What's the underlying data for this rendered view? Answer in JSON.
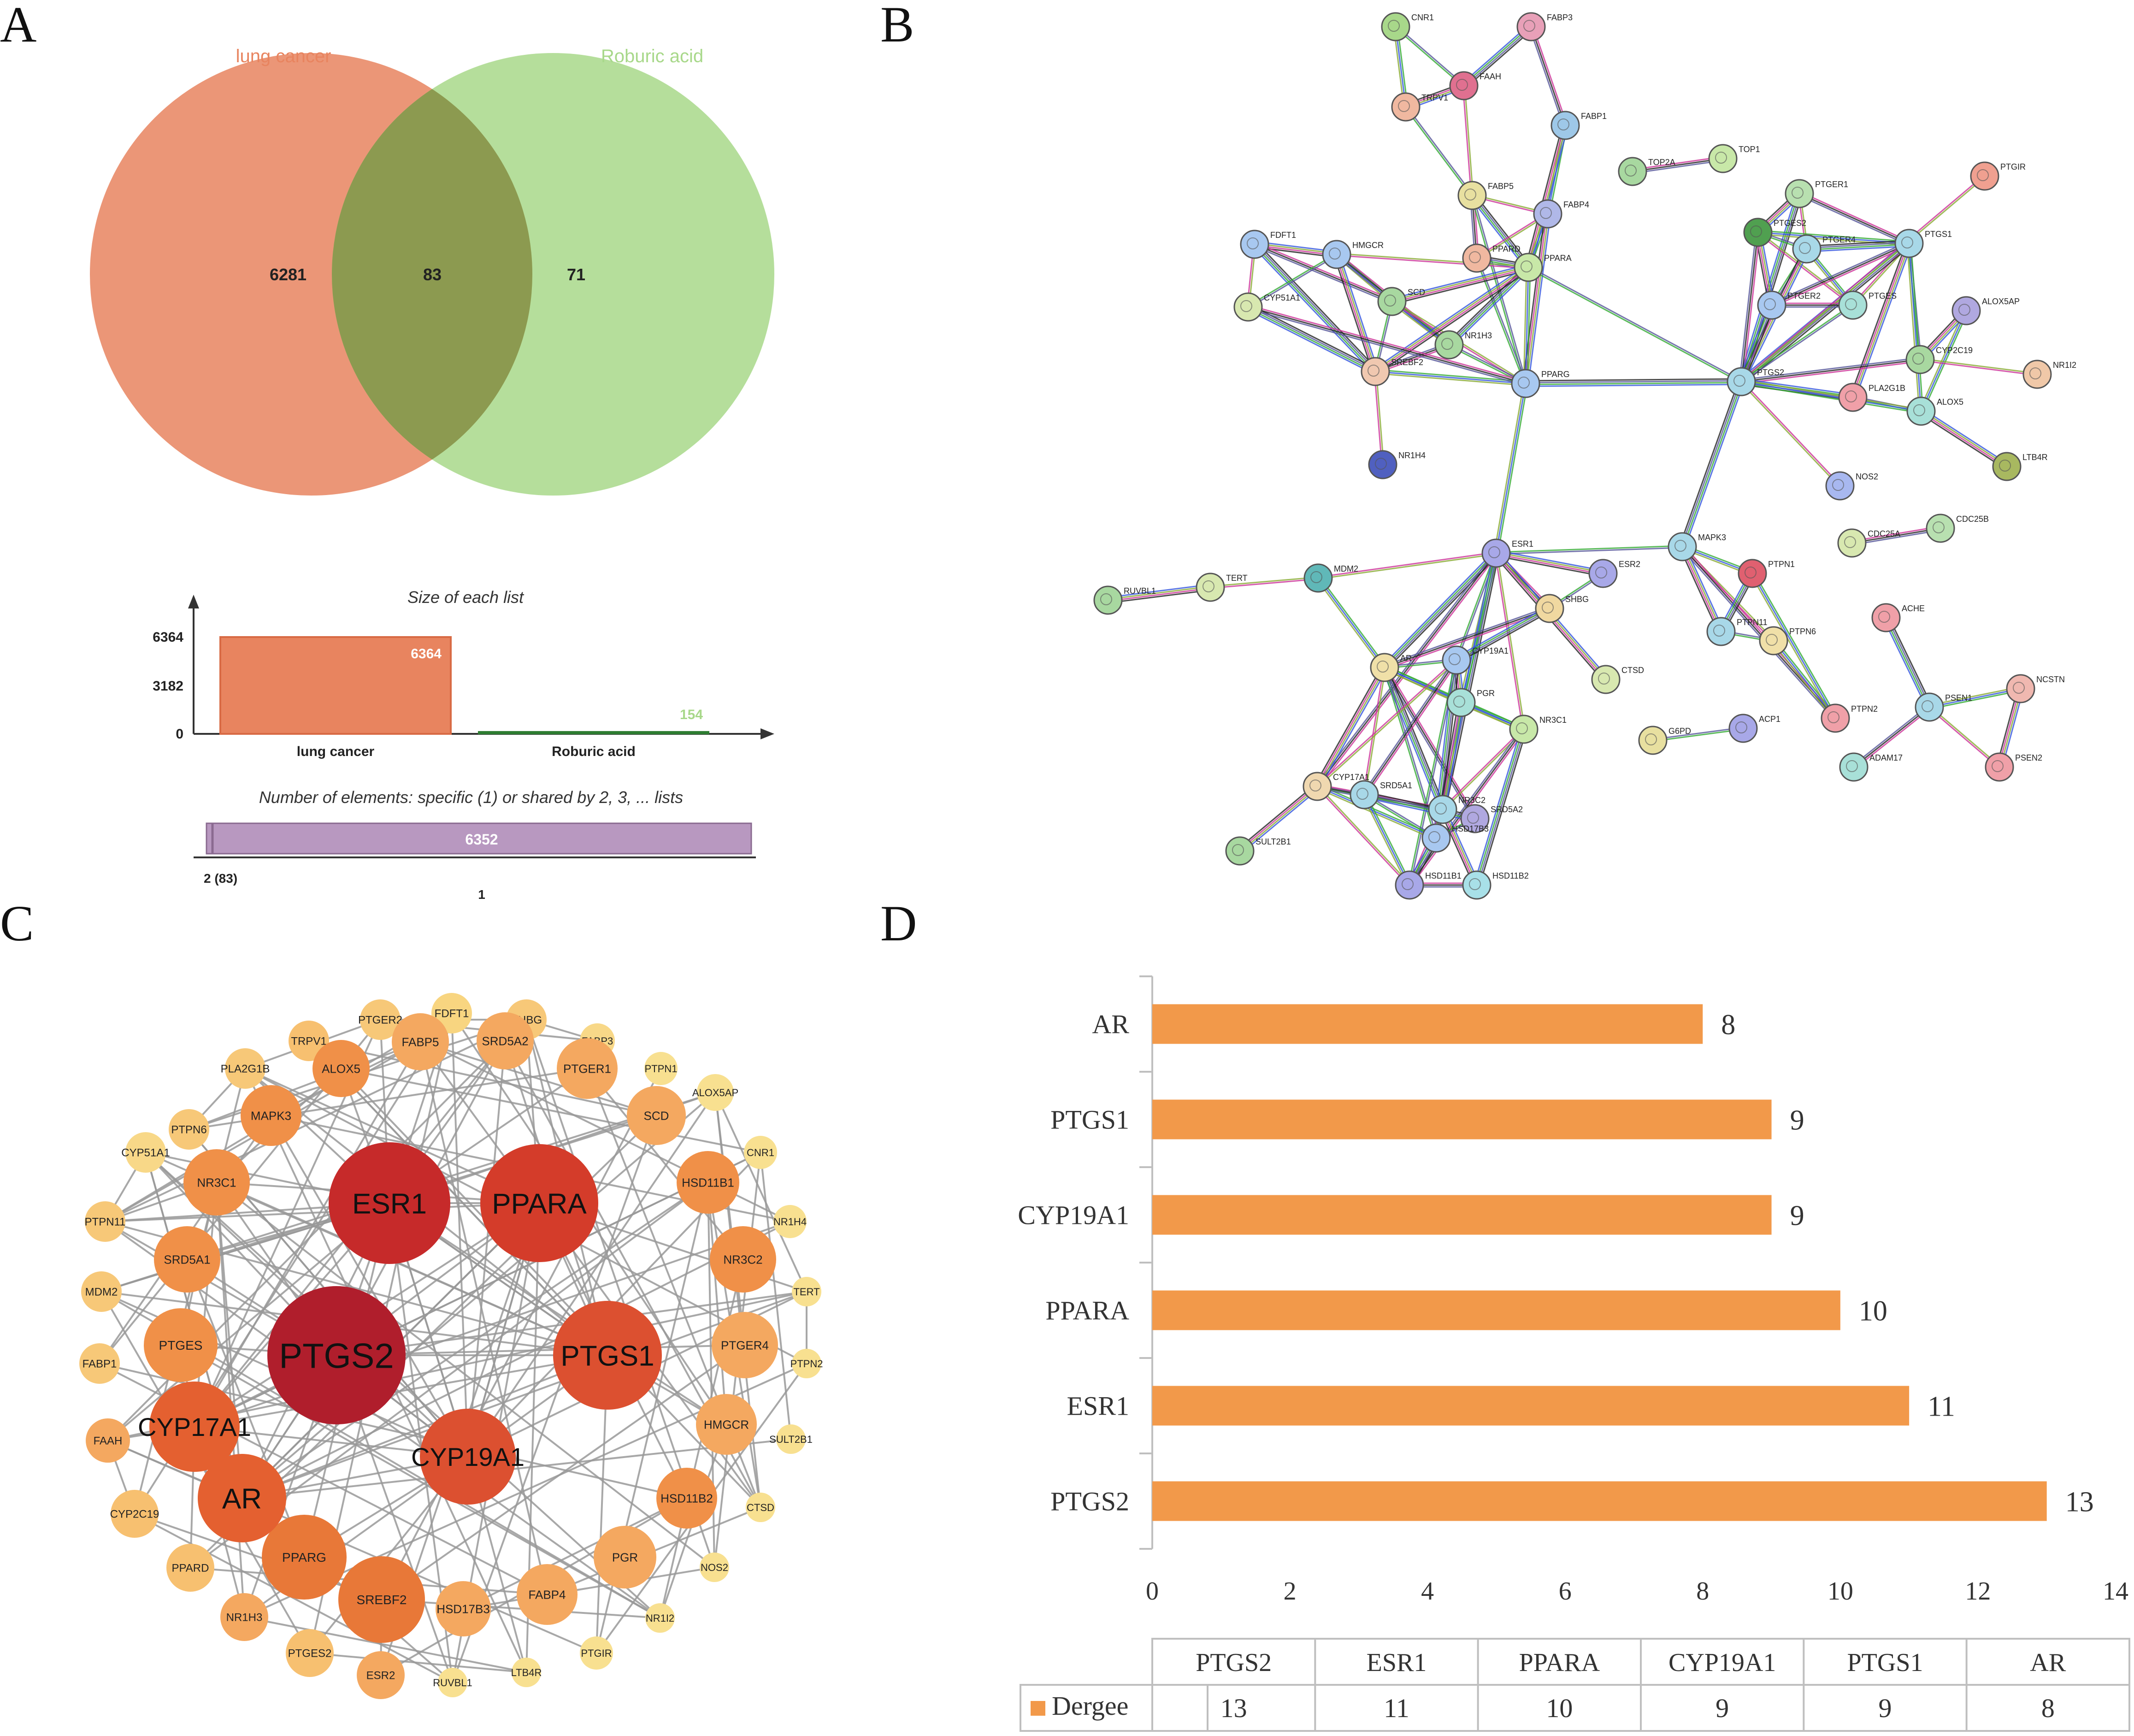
{
  "panels": {
    "a": "A",
    "b": "B",
    "c": "C",
    "d": "D"
  },
  "colors": {
    "venn_left": "#e8845f",
    "venn_right": "#a8d88a",
    "overlap": "#8c9a50",
    "hist_bar": "#e8845f",
    "hist_border": "#d86a44",
    "set_bar": "#b898c0",
    "degree_bar": "#f2994a",
    "net_edge": "#999999"
  },
  "venn": {
    "sets": [
      "lung cancer",
      "Roburic acid"
    ],
    "only_left": "6281",
    "shared": "83",
    "only_right": "71"
  },
  "size_chart": {
    "title": "Size of each list",
    "ticks": [
      "6364",
      "3182",
      "0"
    ],
    "categories": [
      "lung cancer",
      "Roburic acid"
    ],
    "values": [
      6364,
      154
    ],
    "value_labels": [
      "6364",
      "154"
    ]
  },
  "elements_chart": {
    "title": "Number of elements: specific (1) or shared by 2, 3, ... lists",
    "bar_label": "6352",
    "axis_labels": [
      "2 (83)",
      "1"
    ]
  },
  "string_network": {
    "nodes": [
      {
        "label": "CNR1",
        "color": "#a8d88a"
      },
      {
        "label": "FABP3",
        "color": "#e8a0b8"
      },
      {
        "label": "FAAH",
        "color": "#e07090"
      },
      {
        "label": "TRPV1",
        "color": "#f0b8a0"
      },
      {
        "label": "FABP1",
        "color": "#9ec8e8"
      },
      {
        "label": "TOP2A",
        "color": "#a8d8a0"
      },
      {
        "label": "TOP1",
        "color": "#c8e8a8"
      },
      {
        "label": "PTGIR",
        "color": "#f0a090"
      },
      {
        "label": "FABP5",
        "color": "#e8e0a0"
      },
      {
        "label": "FABP4",
        "color": "#b0b8e8"
      },
      {
        "label": "PTGER1",
        "color": "#b8e0b0"
      },
      {
        "label": "PTGES2",
        "color": "#50a050"
      },
      {
        "label": "PTGER4",
        "color": "#a8d8e8"
      },
      {
        "label": "PTGS1",
        "color": "#a8d8e8"
      },
      {
        "label": "FDFT1",
        "color": "#a8c8f0"
      },
      {
        "label": "HMGCR",
        "color": "#a8c8f0"
      },
      {
        "label": "PPARD",
        "color": "#f0b8a0"
      },
      {
        "label": "PPARA",
        "color": "#c8e8a8"
      },
      {
        "label": "CYP51A1",
        "color": "#d8e8b0"
      },
      {
        "label": "SCD",
        "color": "#a8d8a0"
      },
      {
        "label": "PTGER2",
        "color": "#a8c8f0"
      },
      {
        "label": "PTGES",
        "color": "#a8e0d8"
      },
      {
        "label": "ALOX5AP",
        "color": "#b0a8e0"
      },
      {
        "label": "NR1H3",
        "color": "#a8d8a0"
      },
      {
        "label": "SREBF2",
        "color": "#f0c8b0"
      },
      {
        "label": "PPARG",
        "color": "#a8c8f0"
      },
      {
        "label": "PTGS2",
        "color": "#a8d8e8"
      },
      {
        "label": "CYP2C19",
        "color": "#a8d8a0"
      },
      {
        "label": "NR1I2",
        "color": "#f0c8a8"
      },
      {
        "label": "PLA2G1B",
        "color": "#f0a0a8"
      },
      {
        "label": "ALOX5",
        "color": "#a8e0d8"
      },
      {
        "label": "LTB4R",
        "color": "#a8b860"
      },
      {
        "label": "NR1H4",
        "color": "#5060c0"
      },
      {
        "label": "NOS2",
        "color": "#a8b8f0"
      },
      {
        "label": "CDC25A",
        "color": "#d8e8b0"
      },
      {
        "label": "CDC25B",
        "color": "#b8e0b0"
      },
      {
        "label": "MAPK3",
        "color": "#a8d8e8"
      },
      {
        "label": "ESR1",
        "color": "#a8a8e8"
      },
      {
        "label": "PTPN1",
        "color": "#e06070"
      },
      {
        "label": "ESR2",
        "color": "#a8a8e8"
      },
      {
        "label": "MDM2",
        "color": "#60b8b8"
      },
      {
        "label": "RUVBL1",
        "color": "#a8d8a0"
      },
      {
        "label": "TERT",
        "color": "#d8e8b0"
      },
      {
        "label": "SHBG",
        "color": "#f0d8a0"
      },
      {
        "label": "ACHE",
        "color": "#f0a0a8"
      },
      {
        "label": "PTPN11",
        "color": "#a8d8e8"
      },
      {
        "label": "PTPN6",
        "color": "#f0e0a8"
      },
      {
        "label": "AR",
        "color": "#f0e0a8"
      },
      {
        "label": "CYP19A1",
        "color": "#a8c8f0"
      },
      {
        "label": "CTSD",
        "color": "#d8e8b0"
      },
      {
        "label": "PGR",
        "color": "#a8e0d8"
      },
      {
        "label": "NCSTN",
        "color": "#f0b8b0"
      },
      {
        "label": "PSEN1",
        "color": "#a8d8e8"
      },
      {
        "label": "PTPN2",
        "color": "#f0a0a8"
      },
      {
        "label": "NR3C1",
        "color": "#c8e8a8"
      },
      {
        "label": "G6PD",
        "color": "#e8e0a0"
      },
      {
        "label": "ACP1",
        "color": "#a8a8e8"
      },
      {
        "label": "ADAM17",
        "color": "#a8e0d8"
      },
      {
        "label": "PSEN2",
        "color": "#f0a0a8"
      },
      {
        "label": "CYP17A1",
        "color": "#f0d8b0"
      },
      {
        "label": "SRD5A1",
        "color": "#a8d8e8"
      },
      {
        "label": "NR3C2",
        "color": "#a8d8e8"
      },
      {
        "label": "SRD5A2",
        "color": "#b0a8e0"
      },
      {
        "label": "HSD17B3",
        "color": "#a8c8f0"
      },
      {
        "label": "SULT2B1",
        "color": "#a8d8a0"
      },
      {
        "label": "HSD11B1",
        "color": "#a8a8e8"
      },
      {
        "label": "HSD11B2",
        "color": "#a8e0e8"
      }
    ]
  },
  "cyto_network": {
    "hubs": [
      {
        "label": "PTGS2",
        "color": "#b01e2c"
      },
      {
        "label": "ESR1",
        "color": "#c62a2a"
      },
      {
        "label": "PPARA",
        "color": "#d43c2a"
      },
      {
        "label": "PTGS1",
        "color": "#dc5030"
      },
      {
        "label": "CYP19A1",
        "color": "#dc5030"
      },
      {
        "label": "CYP17A1",
        "color": "#e46030"
      },
      {
        "label": "AR",
        "color": "#e46030"
      }
    ],
    "nodes": [
      {
        "label": "PTGER2",
        "color": "#f7c878"
      },
      {
        "label": "FDFT1",
        "color": "#f8d580"
      },
      {
        "label": "SHBG",
        "color": "#f7c878"
      },
      {
        "label": "TRPV1",
        "color": "#f7c070"
      },
      {
        "label": "FABP3",
        "color": "#f8d888"
      },
      {
        "label": "FABP5",
        "color": "#f4a860"
      },
      {
        "label": "SRD5A2",
        "color": "#f4a860"
      },
      {
        "label": "ALOX5",
        "color": "#f09048"
      },
      {
        "label": "PLA2G1B",
        "color": "#f7c878"
      },
      {
        "label": "PTPN1",
        "color": "#f8e090"
      },
      {
        "label": "PTGER1",
        "color": "#f4a860"
      },
      {
        "label": "ALOX5AP",
        "color": "#f8e090"
      },
      {
        "label": "PTPN6",
        "color": "#f7c878"
      },
      {
        "label": "MAPK3",
        "color": "#f09048"
      },
      {
        "label": "SCD",
        "color": "#f4a860"
      },
      {
        "label": "CNR1",
        "color": "#f8e090"
      },
      {
        "label": "CYP51A1",
        "color": "#f8d888"
      },
      {
        "label": "NR3C1",
        "color": "#f09048"
      },
      {
        "label": "HSD11B1",
        "color": "#f09048"
      },
      {
        "label": "NR1H4",
        "color": "#f8e090"
      },
      {
        "label": "PTPN11",
        "color": "#f7c878"
      },
      {
        "label": "SRD5A1",
        "color": "#f09048"
      },
      {
        "label": "NR3C2",
        "color": "#f09048"
      },
      {
        "label": "MDM2",
        "color": "#f7c878"
      },
      {
        "label": "TERT",
        "color": "#f8e090"
      },
      {
        "label": "FABP1",
        "color": "#f7c878"
      },
      {
        "label": "PTGES",
        "color": "#f09048"
      },
      {
        "label": "PTGER4",
        "color": "#f4a860"
      },
      {
        "label": "PTPN2",
        "color": "#f8e090"
      },
      {
        "label": "FAAH",
        "color": "#f4a860"
      },
      {
        "label": "HMGCR",
        "color": "#f4a860"
      },
      {
        "label": "SULT2B1",
        "color": "#f8e090"
      },
      {
        "label": "CYP2C19",
        "color": "#f7c070"
      },
      {
        "label": "HSD11B2",
        "color": "#f09048"
      },
      {
        "label": "CTSD",
        "color": "#f8e090"
      },
      {
        "label": "PPARD",
        "color": "#f7c070"
      },
      {
        "label": "PPARG",
        "color": "#e87838"
      },
      {
        "label": "SREBF2",
        "color": "#e87838"
      },
      {
        "label": "PGR",
        "color": "#f4a860"
      },
      {
        "label": "NOS2",
        "color": "#f8e090"
      },
      {
        "label": "HSD17B3",
        "color": "#f4a860"
      },
      {
        "label": "FABP4",
        "color": "#f4a860"
      },
      {
        "label": "NR1H3",
        "color": "#f4a860"
      },
      {
        "label": "NR1I2",
        "color": "#f8e090"
      },
      {
        "label": "PTGES2",
        "color": "#f7c070"
      },
      {
        "label": "ESR2",
        "color": "#f4a860"
      },
      {
        "label": "RUVBL1",
        "color": "#f8e090"
      },
      {
        "label": "LTB4R",
        "color": "#f8e090"
      },
      {
        "label": "PTGIR",
        "color": "#f8e090"
      }
    ]
  },
  "chart_data": {
    "type": "bar",
    "orientation": "horizontal",
    "categories": [
      "AR",
      "PTGS1",
      "CYP19A1",
      "PPARA",
      "ESR1",
      "PTGS2"
    ],
    "series": [
      {
        "name": "Dergee",
        "values": [
          8,
          9,
          9,
          10,
          11,
          13
        ]
      }
    ],
    "xlim": [
      0,
      14
    ],
    "xticks": [
      "0",
      "2",
      "4",
      "6",
      "8",
      "10",
      "12",
      "14"
    ],
    "grid": true,
    "data_table": {
      "columns": [
        "PTGS2",
        "ESR1",
        "PPARA",
        "CYP19A1",
        "PTGS1",
        "AR"
      ],
      "row_label": "Dergee",
      "values": [
        "13",
        "11",
        "10",
        "9",
        "9",
        "8"
      ]
    }
  }
}
